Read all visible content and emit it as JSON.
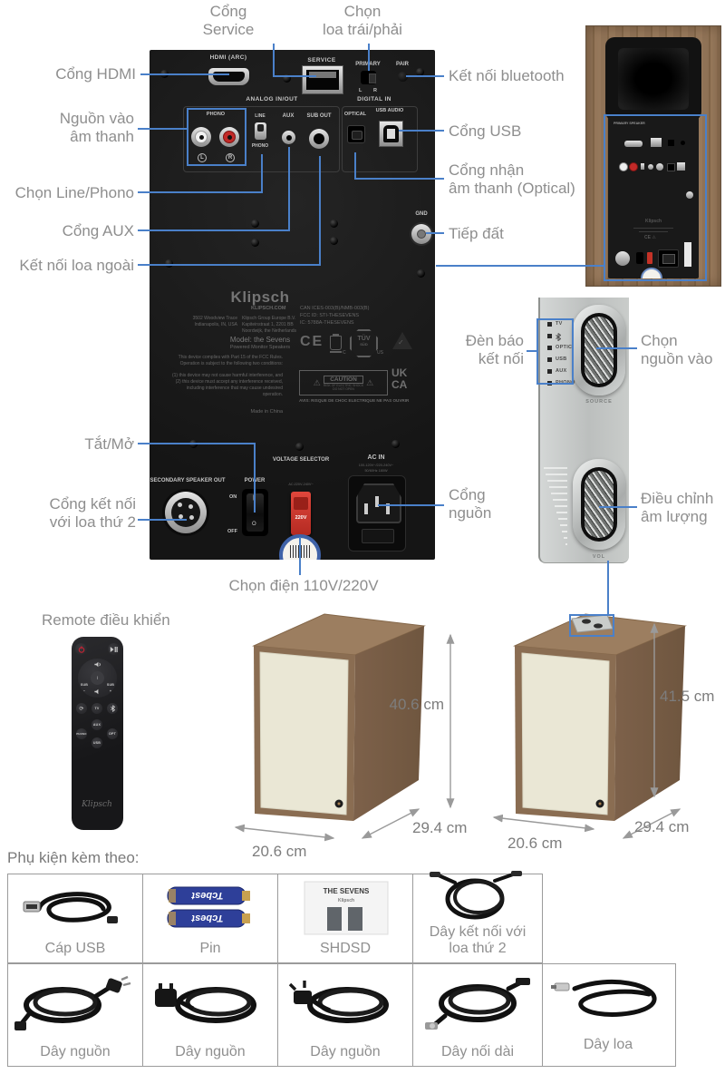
{
  "colors": {
    "accent_blue": "#4a80c9",
    "label_gray": "#8e8e8e",
    "panel_black": "#171717",
    "wood": "#8a6d52",
    "grille_cream": "#eae7d5",
    "silver_panel": "#c5c8c7",
    "voltage_red": "#cf3a31"
  },
  "callouts": {
    "cong_hdmi": "Cổng HDMI",
    "cong_service": [
      "Cổng",
      "Service"
    ],
    "chon_loa": [
      "Chọn",
      "loa trái/phải"
    ],
    "ket_noi_bluetooth": "Kết nối bluetooth",
    "nguon_vao": [
      "Nguồn vào",
      "âm thanh"
    ],
    "cong_usb": "Cổng USB",
    "cong_nhan": [
      "Cổng nhận",
      "âm thanh (Optical)"
    ],
    "chon_line_phono": "Chọn Line/Phono",
    "cong_aux": "Cổng AUX",
    "ket_noi_loa_ngoai": "Kết nối loa ngoài",
    "tiep_dat": "Tiếp đất",
    "den_bao": [
      "Đèn báo",
      "kết nối"
    ],
    "chon_nguon_vao": [
      "Chọn",
      "nguồn vào"
    ],
    "dieu_chinh": [
      "Điều chỉnh",
      "âm lượng"
    ],
    "tat_mo": "Tắt/Mở",
    "cong_ket_noi_loa2": [
      "Cổng kết nối",
      "với loa thứ 2"
    ],
    "cong_nguon": [
      "Cổng",
      "nguồn"
    ],
    "chon_dien": "Chọn điện 110V/220V",
    "remote": "Remote điều khiển"
  },
  "panel": {
    "hdmi": "HDMI (ARC)",
    "service": "SERVICE",
    "primary": "PRIMARY",
    "l": "L",
    "r": "R",
    "pair": "PAIR",
    "analog": "ANALOG IN/OUT",
    "phono": "PHONO",
    "jack_l": "L",
    "jack_r": "R",
    "line": "LINE",
    "line_phono": "PHONO",
    "aux": "AUX",
    "sub_out": "SUB OUT",
    "digital": "DIGITAL IN",
    "optical": "OPTICAL",
    "usb_audio": "USB AUDIO",
    "gnd": "GND",
    "brand": "Klipsch",
    "brand_site": "KLIPSCH.COM",
    "addr1a": "3502 Woodview Trace",
    "addr1b": "Indianapolis, IN, USA",
    "addr2a": "Klipsch Group Europe B.V.",
    "addr2b": "Kapiteinstraat 1, 2201 BB",
    "addr2c": "Noordwijk, the Netherlands",
    "model": "Model: the Sevens",
    "model_sub": "Powered Monitor Speakers",
    "fcc1": "This device complies with Part 15 of the FCC Rules.",
    "fcc2": "Operation is subject to the following two conditions:",
    "cond1": "(1) this device may not cause harmful interference, and",
    "cond2": "(2) this device must accept any interference received,",
    "cond3": "including interference that may cause undesired",
    "cond4": "operation.",
    "made_in": "Made in China",
    "can": "CAN ICES-003(B)/NMB-003(B)",
    "fcc_id": "FCC ID: STI-THESEVENS",
    "ic": "IC: 5788A-THESEVENS",
    "ce": "CE",
    "tuv": "TÜV",
    "tuv2": "SÜD",
    "c_mark": "C",
    "us_mark": "US",
    "caution": "CAUTION",
    "risk": "RISK OF ELECTRIC SHOCK",
    "do_not": "DO NOT OPEN",
    "avis": "AVIS: RISQUE DE CHOC ELECTRIQUE NE PAS OUVRIR",
    "uk": "UK",
    "ca": "CA",
    "secondary": "SECONDARY SPEAKER OUT",
    "power": "POWER",
    "on": "ON",
    "off": "OFF",
    "voltage": "VOLTAGE SELECTOR",
    "vs_top": "AC:220V-240V~",
    "vs_val": "220V",
    "vs_bot": "AC:100V-120V~",
    "ac_in": "AC IN",
    "ac_spec1": "100-120V~/220-240V~",
    "ac_spec2": "50/60Hz  180W"
  },
  "mini_back": {
    "primary_speaker": "PRIMARY SPEAKER"
  },
  "side_panel": {
    "leds": [
      "TV",
      "OPTICAL",
      "USB",
      "AUX",
      "PHONO"
    ],
    "bluetooth_icon": "bluetooth",
    "source_label": "SOURCE",
    "vol_label": "VOL"
  },
  "remote_labels": {
    "sub_minus": "SUB",
    "sub_minus2": "−",
    "sub_plus": "SUB",
    "sub_plus2": "+",
    "tv": "TV",
    "aux": "AUX",
    "phono": "PHONO",
    "opt": "OPT",
    "usb": "USB",
    "brand": "Klipsch"
  },
  "dimensions": {
    "left": {
      "height": "40.6 cm",
      "depth": "29.4 cm",
      "width": "20.6 cm"
    },
    "right": {
      "height": "41.5 cm",
      "depth": "29.4 cm",
      "width": "20.6 cm"
    }
  },
  "accessories": {
    "title": "Phụ kiện kèm theo:",
    "row1": [
      "Cáp USB",
      "Pin",
      "SHDSD",
      "Dây kết nối với loa thứ 2"
    ],
    "row2": [
      "Dây nguồn",
      "Dây nguồn",
      "Dây nguồn",
      "Dây nối dài",
      "Dây loa"
    ],
    "battery_brand": "Tcbest",
    "box_line1": "THE SEVENS",
    "box_line2": "Klipsch"
  }
}
